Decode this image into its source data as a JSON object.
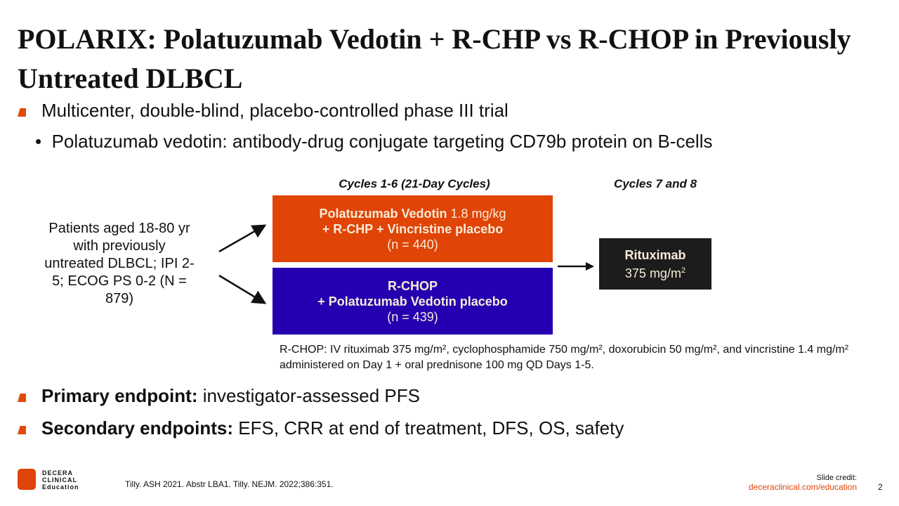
{
  "title": "POLARIX: Polatuzumab Vedotin + R-CHP vs R-CHOP in Previously Untreated DLBCL",
  "bullets": {
    "b1": "Multicenter, double-blind, placebo-controlled phase III trial",
    "sub1": "Polatuzumab vedotin: antibody-drug conjugate targeting CD79b protein on B-cells",
    "primary_label": "Primary endpoint:",
    "primary_text": " investigator-assessed PFS",
    "secondary_label": "Secondary endpoints:",
    "secondary_text": " EFS, CRR at end of treatment, DFS, OS, safety"
  },
  "diagram": {
    "patients": "Patients aged 18-80 yr with previously untreated DLBCL; IPI 2-5; ECOG PS 0-2 (N = 879)",
    "cycles_1_6": "Cycles 1-6 (21-Day Cycles)",
    "cycles_7_8": "Cycles 7 and 8",
    "arm_a": {
      "l1b": "Polatuzumab Vedotin",
      "l1": " 1.8 mg/kg",
      "l2": "+ R-CHP + Vincristine placebo",
      "n": "(n = 440)"
    },
    "arm_b": {
      "l1": "R-CHOP",
      "l2": "+ Polatuzumab Vedotin placebo",
      "n": "(n = 439)"
    },
    "maint": {
      "l1": "Rituximab",
      "l2": "375 mg/m",
      "sup": "2"
    },
    "footnote": "R-CHOP: IV rituximab 375 mg/m², cyclophosphamide 750 mg/m², doxorubicin 50 mg/m², and vincristine 1.4 mg/m² administered on Day 1 + oral prednisone 100 mg QD Days 1-5."
  },
  "footer": {
    "logo": "DECERA CLINICAL Education",
    "ref": "Tilly. ASH 2021. Abstr LBA1. Tilly. NEJM. 2022;386:351.",
    "credit": "Slide credit:",
    "link": "deceraclinical.com/education",
    "page": "2"
  },
  "colors": {
    "orange": "#e04406",
    "blue": "#2400b0",
    "dark": "#1c1c1c"
  }
}
